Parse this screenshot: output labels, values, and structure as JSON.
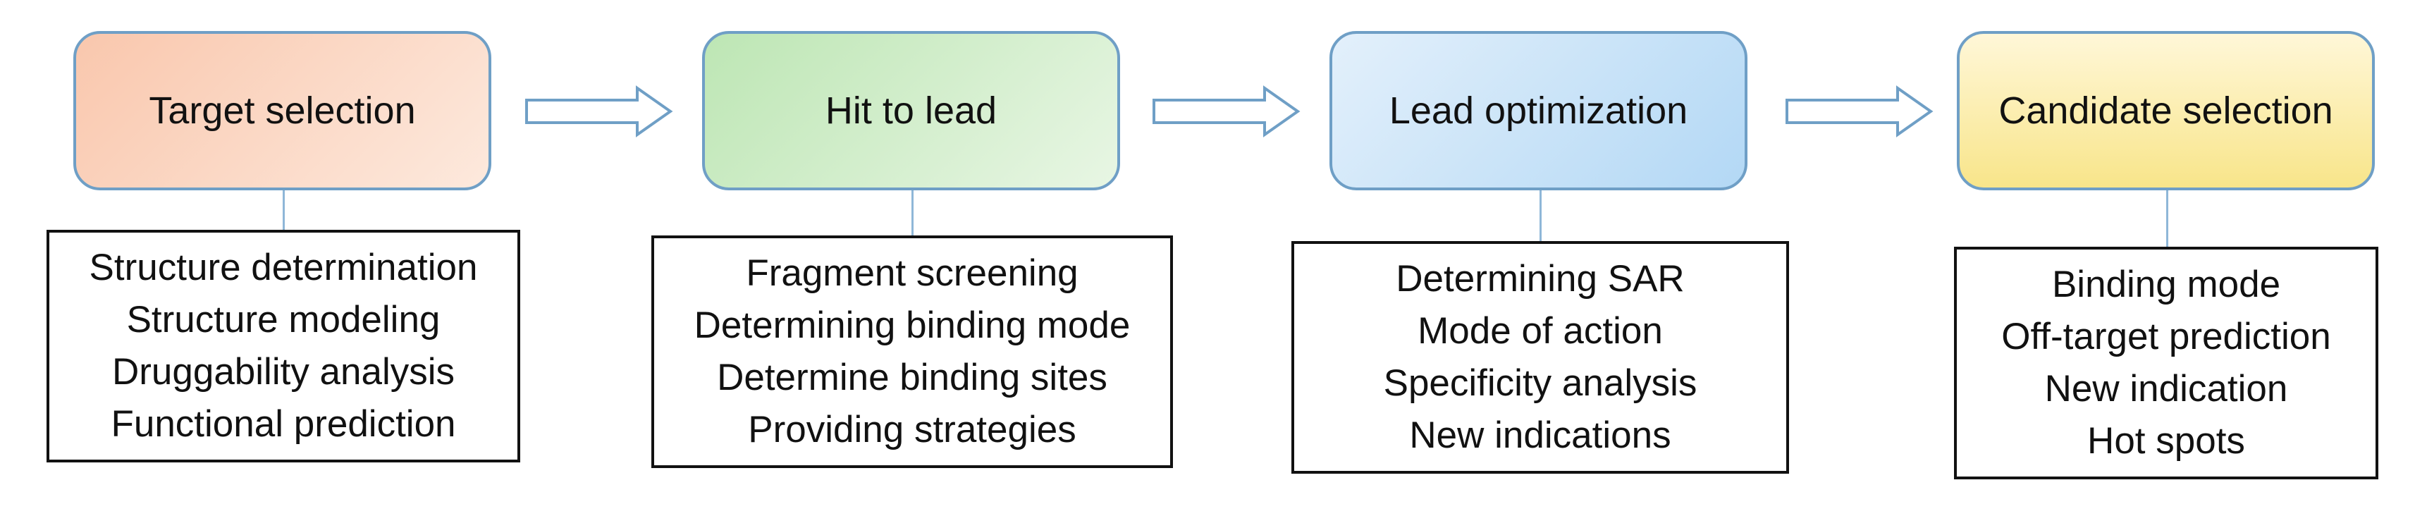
{
  "stages": [
    {
      "title": "Target selection",
      "color_light": "#fde9dd",
      "color_dark": "#f9c7ad",
      "details": [
        "Structure determination",
        "Structure modeling",
        "Druggability analysis",
        "Functional prediction"
      ]
    },
    {
      "title": "Hit to lead",
      "color_light": "#e8f6e4",
      "color_dark": "#bde6b4",
      "details": [
        "Fragment screening",
        "Determining binding mode",
        "Determine binding sites",
        "Providing strategies"
      ]
    },
    {
      "title": "Lead optimization",
      "color_light": "#e3f0fb",
      "color_dark": "#b3d8f5",
      "details": [
        "Determining SAR",
        "Mode of action",
        "Specificity analysis",
        "New indications"
      ]
    },
    {
      "title": "Candidate selection",
      "color_light": "#fff7d8",
      "color_dark": "#f8e58a",
      "details": [
        "Binding mode",
        "Off-target prediction",
        "New indication",
        "Hot spots"
      ]
    }
  ],
  "colors": {
    "stage_border": "#6f9fc6",
    "arrow_stroke": "#6f9fc6",
    "connector": "#8fb7d8",
    "detail_border": "#111111",
    "text": "#111111"
  }
}
